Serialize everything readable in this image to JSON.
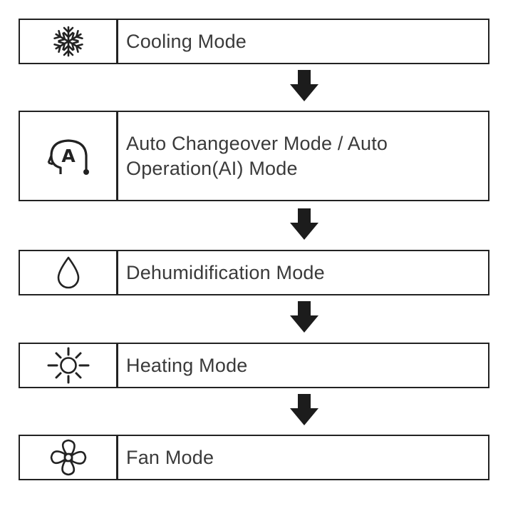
{
  "modes": [
    {
      "icon": "snowflake-icon",
      "label": "Cooling Mode"
    },
    {
      "icon": "auto-mode-icon",
      "label": "Auto Changeover Mode / Auto\nOperation(AI) Mode",
      "icon_letter": "A"
    },
    {
      "icon": "water-drop-icon",
      "label": "Dehumidification Mode"
    },
    {
      "icon": "sun-icon",
      "label": "Heating Mode"
    },
    {
      "icon": "fan-icon",
      "label": "Fan Mode"
    }
  ],
  "colors": {
    "border": "#222222",
    "text": "#3a3a3a",
    "arrow": "#1c1c1c"
  }
}
